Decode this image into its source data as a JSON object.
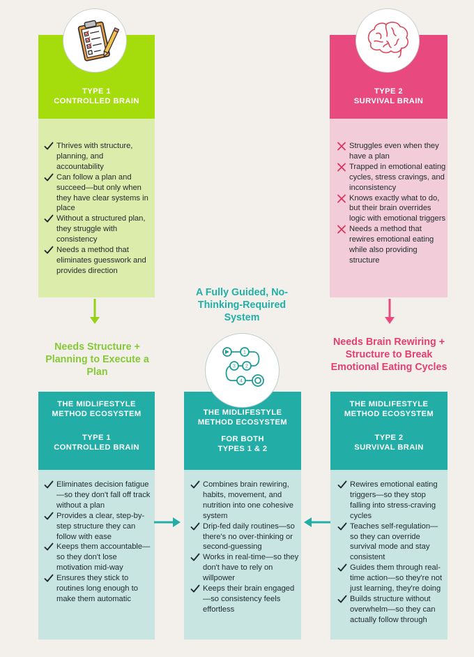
{
  "colors": {
    "green": "#a5dc0b",
    "green_light": "#dcecab",
    "pink": "#e84a80",
    "pink_light": "#f2ccd8",
    "teal": "#22ada6",
    "teal_light": "#c8e5e2",
    "green_text": "#86c937",
    "pink_text": "#e23f74",
    "teal_text": "#1fb0a8"
  },
  "type1_card": {
    "icon": "clipboard-checklist-icon",
    "heading_line1": "TYPE 1",
    "heading_line2": "CONTROLLED BRAIN",
    "items": [
      "Thrives with structure, planning, and accountability",
      "Can follow a plan and succeed—but only when they have clear systems in place",
      "Without a structured plan, they struggle with consistency",
      "Needs a method that eliminates guesswork and provides direction"
    ]
  },
  "type2_card": {
    "icon": "brain-icon",
    "heading_line1": "TYPE 2",
    "heading_line2": "SURVIVAL BRAIN",
    "items": [
      "Struggles even when they have a plan",
      "Trapped in emotional eating cycles, stress cravings, and inconsistency",
      "Knows exactly what to do, but their brain overrides logic with emotional triggers",
      "Needs a method that rewires emotional eating while also providing structure"
    ]
  },
  "center": {
    "tagline": "A Fully Guided, No-Thinking-Required System",
    "icon": "guided-path-icon"
  },
  "left_need": "Needs Structure + Planning to Execute a Plan",
  "right_need": "Needs Brain Rewiring + Structure to Break Emotional Eating Cycles",
  "eco_left": {
    "heading_line1": "THE MIDLIFESTYLE",
    "heading_line2": "METHOD ECOSYSTEM",
    "heading_line3": "TYPE 1",
    "heading_line4": "CONTROLLED BRAIN",
    "items": [
      "Eliminates decision fatigue—so they don't fall off track without a plan",
      "Provides a clear, step-by-step structure they can follow with ease",
      "Keeps them accountable—so they don't lose motivation mid-way",
      "Ensures they stick to routines long enough to make them automatic"
    ]
  },
  "eco_center": {
    "heading_line1": "THE MIDLIFESTYLE",
    "heading_line2": "METHOD ECOSYSTEM",
    "heading_line3": "FOR BOTH",
    "heading_line4": "TYPES 1 & 2",
    "items": [
      "Combines brain rewiring, habits, movement, and nutrition into one cohesive system",
      "Drip-fed daily routines—so there's no over-thinking or second-guessing",
      "Works in real-time—so they don't have to rely on willpower",
      "Keeps their brain engaged—so consistency feels effortless"
    ]
  },
  "eco_right": {
    "heading_line1": "THE MIDLIFESTYLE",
    "heading_line2": "METHOD ECOSYSTEM",
    "heading_line3": "TYPE 2",
    "heading_line4": "SURVIVAL BRAIN",
    "items": [
      "Rewires emotional eating triggers—so they stop falling into stress-craving cycles",
      "Teaches self-regulation—so they can override survival mode and stay consistent",
      "Guides them through real-time action—so they're not just learning, they're doing",
      "Builds structure without overwhelm—so they can actually follow through"
    ]
  }
}
